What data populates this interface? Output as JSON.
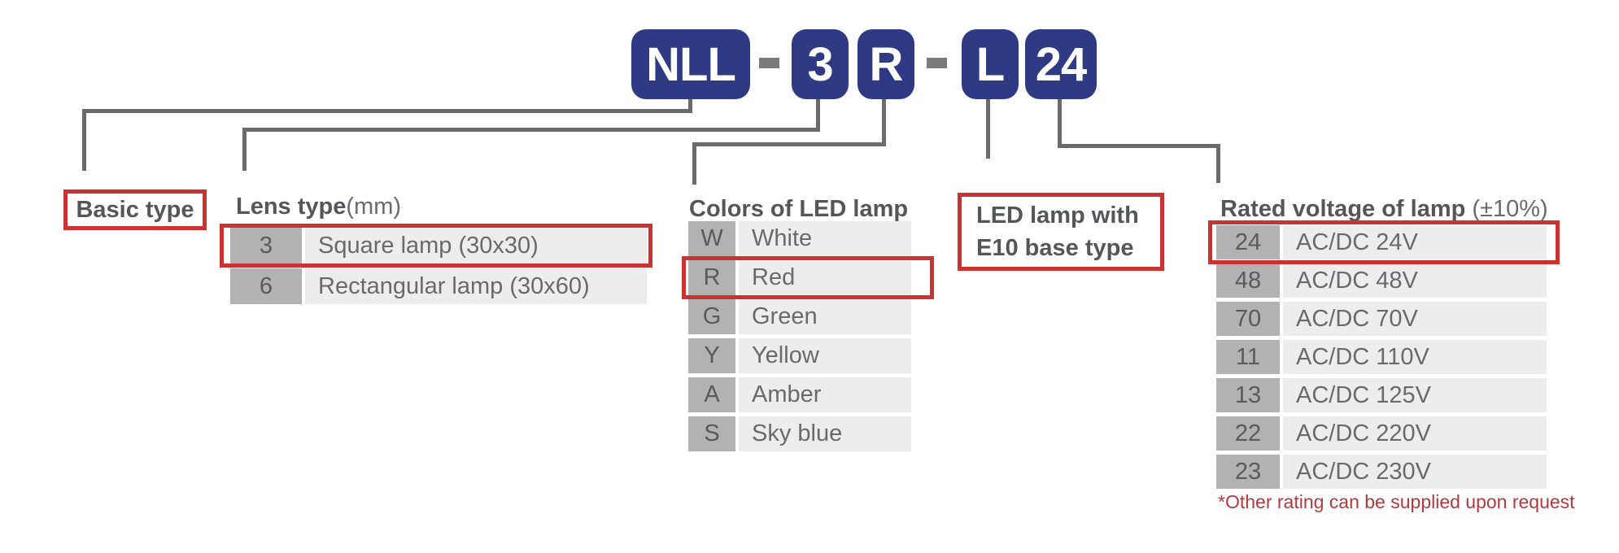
{
  "model_code": {
    "prefix": "NLL",
    "separator": "-",
    "lens_code": "3",
    "color_code": "R",
    "base_code": "L",
    "voltage_code": "24"
  },
  "colors": {
    "badge_navy": "#2f3a84",
    "connector_gray": "#6b6b6b",
    "highlight_red": "#cb3332",
    "code_cell_bg": "#b2b2b3",
    "desc_cell_bg": "#ededee",
    "footnote_red": "#b23a3f"
  },
  "sections": {
    "basic_type": {
      "label": "Basic type"
    },
    "lens_type": {
      "title": "Lens type",
      "title_suffix": "(mm)",
      "rows": [
        {
          "code": "3",
          "desc": "Square lamp (30x30)"
        },
        {
          "code": "6",
          "desc": "Rectangular lamp (30x60)"
        }
      ],
      "highlighted_row": "3"
    },
    "led_colors": {
      "title": "Colors of LED lamp",
      "rows": [
        {
          "code": "W",
          "desc": "White"
        },
        {
          "code": "R",
          "desc": "Red"
        },
        {
          "code": "G",
          "desc": "Green"
        },
        {
          "code": "Y",
          "desc": "Yellow"
        },
        {
          "code": "A",
          "desc": "Amber"
        },
        {
          "code": "S",
          "desc": "Sky blue"
        }
      ],
      "highlighted_row": "R"
    },
    "base_type": {
      "label_line1": "LED lamp with",
      "label_line2": "E10 base type"
    },
    "rated_voltage": {
      "title": "Rated voltage of lamp",
      "title_suffix": "(±10%)",
      "rows": [
        {
          "code": "24",
          "desc": "AC/DC 24V"
        },
        {
          "code": "48",
          "desc": "AC/DC 48V"
        },
        {
          "code": "70",
          "desc": "AC/DC 70V"
        },
        {
          "code": "11",
          "desc": "AC/DC 110V"
        },
        {
          "code": "13",
          "desc": "AC/DC 125V"
        },
        {
          "code": "22",
          "desc": "AC/DC 220V"
        },
        {
          "code": "23",
          "desc": "AC/DC 230V"
        }
      ],
      "highlighted_row": "24",
      "footnote": "*Other rating can be supplied upon request"
    }
  }
}
